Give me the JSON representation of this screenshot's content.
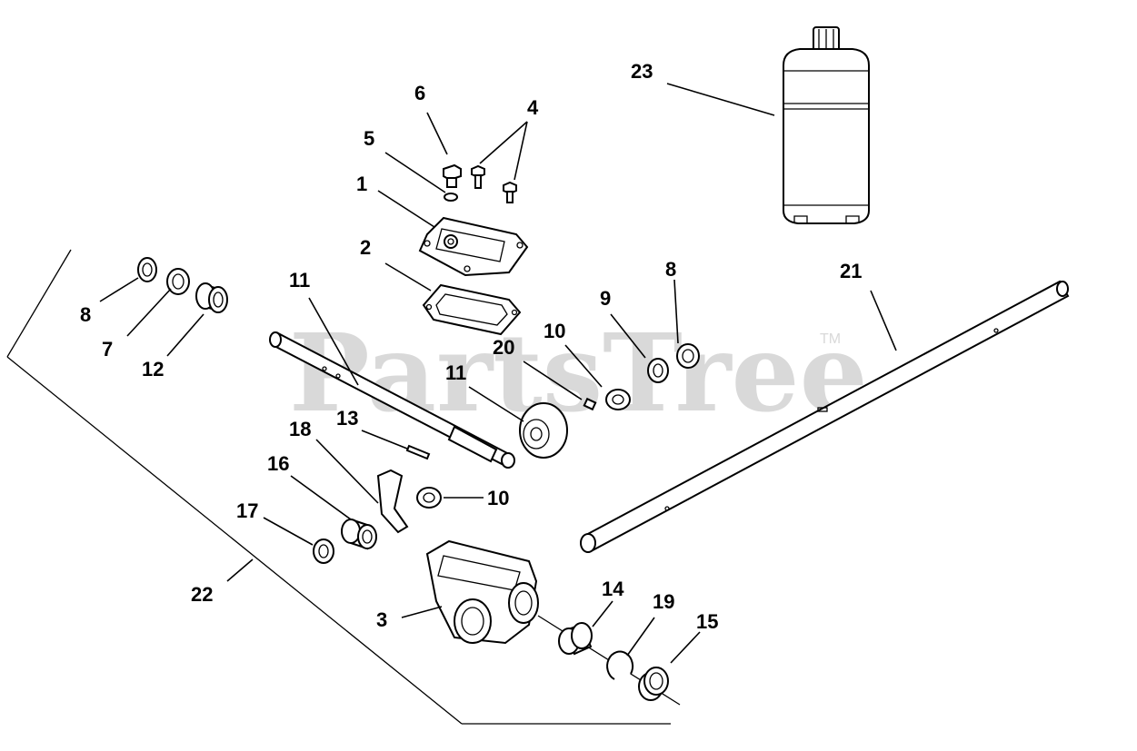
{
  "watermark": {
    "text": "PartsTree",
    "trademark": "TM"
  },
  "callouts": [
    {
      "id": "c23",
      "label": "23"
    },
    {
      "id": "c6",
      "label": "6"
    },
    {
      "id": "c4",
      "label": "4"
    },
    {
      "id": "c5",
      "label": "5"
    },
    {
      "id": "c1",
      "label": "1"
    },
    {
      "id": "c2",
      "label": "2"
    },
    {
      "id": "c8a",
      "label": "8"
    },
    {
      "id": "c7",
      "label": "7"
    },
    {
      "id": "c12",
      "label": "12"
    },
    {
      "id": "c11a",
      "label": "11"
    },
    {
      "id": "c8b",
      "label": "8"
    },
    {
      "id": "c9",
      "label": "9"
    },
    {
      "id": "c10a",
      "label": "10"
    },
    {
      "id": "c20",
      "label": "20"
    },
    {
      "id": "c11b",
      "label": "11"
    },
    {
      "id": "c21",
      "label": "21"
    },
    {
      "id": "c18",
      "label": "18"
    },
    {
      "id": "c13",
      "label": "13"
    },
    {
      "id": "c16",
      "label": "16"
    },
    {
      "id": "c10b",
      "label": "10"
    },
    {
      "id": "c17",
      "label": "17"
    },
    {
      "id": "c22",
      "label": "22"
    },
    {
      "id": "c14",
      "label": "14"
    },
    {
      "id": "c19",
      "label": "19"
    },
    {
      "id": "c3",
      "label": "3"
    },
    {
      "id": "c15",
      "label": "15"
    }
  ]
}
